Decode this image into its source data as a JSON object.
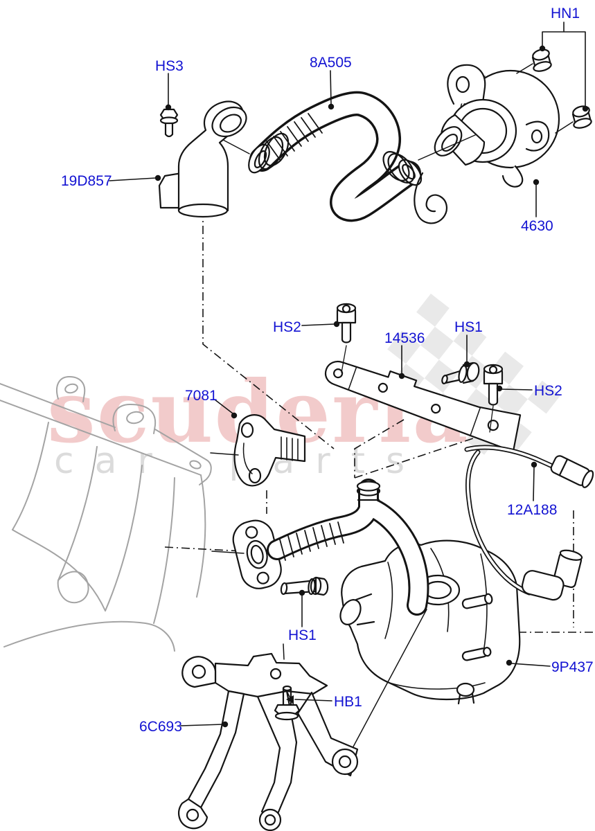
{
  "diagram": {
    "type": "exploded-parts-diagram",
    "watermark": {
      "primary": "scuderia",
      "secondary": "car parts"
    },
    "colors": {
      "background": "#ffffff",
      "label_blue": "#1212d2",
      "line_black": "#141414",
      "engine_gray": "#a3a3a3",
      "watermark_pink": "#eebaba",
      "watermark_gray": "#bebebe",
      "checker_gray": "#e9e9e9"
    },
    "labels": [
      {
        "id": "HN1",
        "text": "HN1"
      },
      {
        "id": "HS3",
        "text": "HS3"
      },
      {
        "id": "8A505",
        "text": "8A505"
      },
      {
        "id": "19D857",
        "text": "19D857"
      },
      {
        "id": "4630",
        "text": "4630"
      },
      {
        "id": "HS2-left",
        "text": "HS2"
      },
      {
        "id": "14536",
        "text": "14536"
      },
      {
        "id": "HS1-top",
        "text": "HS1"
      },
      {
        "id": "HS2-right",
        "text": "HS2"
      },
      {
        "id": "7081",
        "text": "7081"
      },
      {
        "id": "12A188",
        "text": "12A188"
      },
      {
        "id": "HS1-lower",
        "text": "HS1"
      },
      {
        "id": "9P437",
        "text": "9P437"
      },
      {
        "id": "HB1",
        "text": "HB1"
      },
      {
        "id": "6C693",
        "text": "6C693"
      }
    ]
  }
}
